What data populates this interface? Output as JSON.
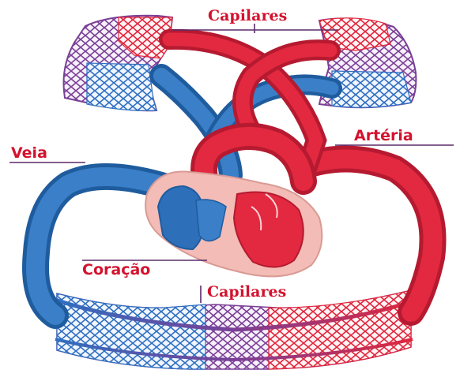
{
  "labels": {
    "capilares_top": "Capilares",
    "veia": "Veia",
    "arteria": "Artéria",
    "coracao": "Coração",
    "capilares_bottom": "Capilares"
  },
  "colors": {
    "arterial": "#e2293f",
    "venous": "#2d6fb8",
    "capillary_red": "#e0263c",
    "capillary_blue": "#2f6fc0",
    "capillary_purple": "#6f3f90",
    "heart_tissue": "#f3bcb6",
    "label_text": "#d3122e",
    "leader_line": "#5a2a6a"
  }
}
